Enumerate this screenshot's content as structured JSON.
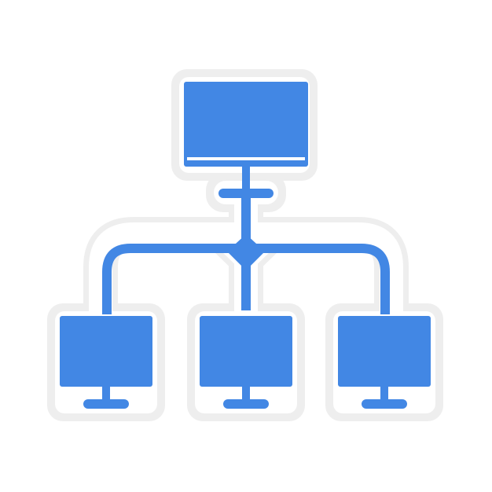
{
  "icon": {
    "name": "network-topology-icon",
    "colors": {
      "fill": "#4287E4",
      "sticker_border": "#EEEEEE",
      "background": "#FFFFFF"
    },
    "nodes": [
      {
        "id": "server",
        "role": "top-monitor"
      },
      {
        "id": "client-left",
        "role": "bottom-monitor"
      },
      {
        "id": "client-middle",
        "role": "bottom-monitor"
      },
      {
        "id": "client-right",
        "role": "bottom-monitor"
      }
    ],
    "hub": {
      "shape": "diamond"
    }
  }
}
